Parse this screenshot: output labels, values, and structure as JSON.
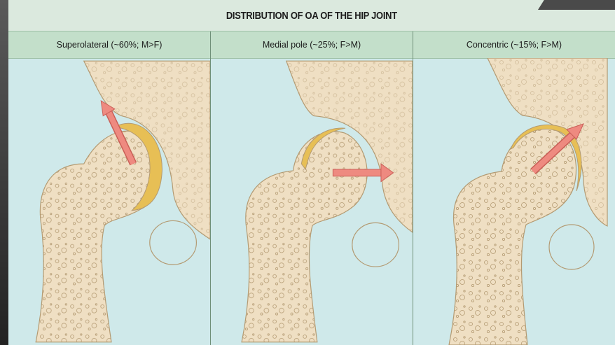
{
  "title": "DISTRIBUTION OF OA OF THE HIP JOINT",
  "panels": [
    {
      "label": "Superolateral (~60%; M>F)",
      "arrow": "superolateral-arrow-icon"
    },
    {
      "label": "Medial pole (~25%; F>M)",
      "arrow": "medial-arrow-icon"
    },
    {
      "label": "Concentric (~15%; F>M)",
      "arrow": "concentric-arrow-icon"
    }
  ],
  "colors": {
    "background": "#cfe9ea",
    "bone": "#efdfc3",
    "bone_outline": "#b39a72",
    "cartilage": "#e7bf55",
    "arrow": "#ee8a80",
    "arrow_outline": "#c95f57"
  }
}
